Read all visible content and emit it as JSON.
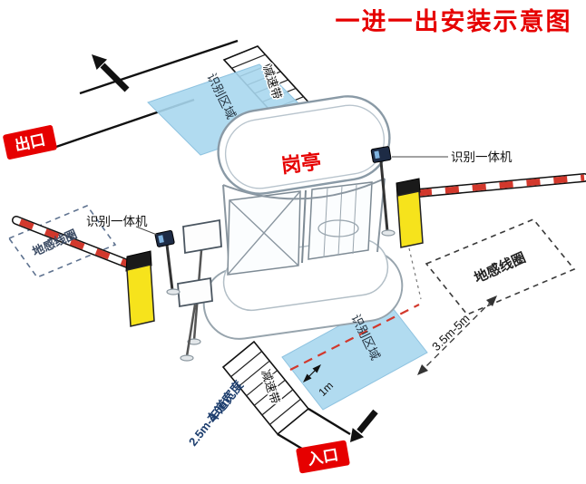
{
  "title": "一进一出安装示意图",
  "badges": {
    "exit": "出口",
    "entrance": "入口"
  },
  "booth": {
    "label": "岗亭"
  },
  "devices": {
    "recognition_machine_left": "识别一体机",
    "recognition_machine_right": "识别一体机"
  },
  "zones": {
    "ground_loop_left": "地感线圈",
    "ground_loop_right": "地感线圈",
    "recognition_area_top": "识别区域",
    "recognition_area_bottom": "识别区域",
    "speed_bump_top": "减速带",
    "speed_bump_bottom": "减速带"
  },
  "measurements": {
    "lane_width_label": "车道宽度",
    "lane_width_value": "2.5m-4.0m",
    "barrier_to_area": "3.5m-5m",
    "loop_gap": "1m"
  },
  "colors": {
    "accent_red": "#e60000",
    "area_blue": "#a9d7ee",
    "barrier_yellow": "#f6e31c",
    "arm_stripe_red": "#d2382c",
    "lane_width_text": "#1d3e6e"
  }
}
